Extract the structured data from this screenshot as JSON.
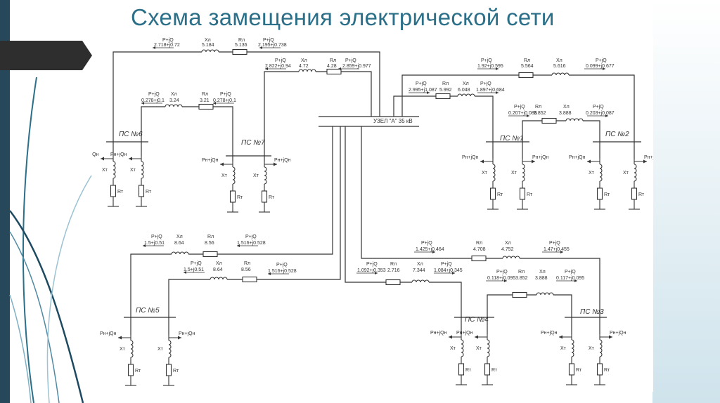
{
  "slide": {
    "title": "Схема замещения электрической сети",
    "colors": {
      "title": "#2b6f88",
      "bar": "#27475a",
      "accent": "#2e2e2e"
    }
  },
  "diagram": {
    "node": "УЗЕЛ \"А\" 35 кВ",
    "sym": {
      "rn": "Rл",
      "xn": "Xл",
      "pq": "P+jQ",
      "xt": "Xт",
      "rt": "Rт",
      "load": "Pн+jQн"
    },
    "stations": {
      "ps1": "ПС №1",
      "ps2": "ПС №2",
      "ps3": "ПС №3",
      "ps4": "ПС №4",
      "ps5": "ПС №5",
      "ps6": "ПС №6",
      "ps7": "ПС №7"
    },
    "v": {
      "l1_pq_in": "2.718+j0.72",
      "l1_x": "5.184",
      "l1_r": "5.136",
      "l1_pq_out": "2.195+j0.738",
      "l2_pq_in": "2.822+j0.94",
      "l2_x": "4.72",
      "l2_r": "4.28",
      "l2_pq_out": "2.859+j0.977",
      "l3_pq_in": "0.278+j0.1",
      "l3_x": "3.24",
      "l3_r": "3.21",
      "l3_pq_out": "0.278+j0.1",
      "l4_r": "5.564",
      "l4_x": "5.616",
      "l4_pq_in": "1.92+j0.595",
      "l4_pq_out": "0.099+j0.677",
      "l5_pq_in": "2.995+j1.087",
      "l5_r": "5.992",
      "l5_x": "6.048",
      "l5_pq_out": "1.897+j0.684",
      "l6_pq_in": "0.207+j0.086",
      "l6_r": "3.852",
      "l6_x": "3.888",
      "l6_pq_out": "0.203+j0.087",
      "l7_pq_in": "1.5+j0.51",
      "l7_x": "8.64",
      "l7_r": "8.56",
      "l7_pq_out": "1.516+j0.528",
      "l8_pq_in": "1.5+j0.51",
      "l8_x": "8.64",
      "l8_r": "8.56",
      "l8_pq_out": "1.516+j0.528",
      "l9_pq_in": "1.425+j0.464",
      "l9_r": "4.708",
      "l9_x": "4.752",
      "l9_pq_out": "1.47+j0.455",
      "l10_pq_in": "1.092+j0.353",
      "l10_r": "2.716",
      "l10_x": "7.344",
      "l10_pq_out": "1.084+j0.345",
      "l11_pq_in": "0.118+j0.095",
      "l11_r": "3.852",
      "l11_x": "3.888",
      "l11_pq_out": "0.117+j0.095"
    }
  }
}
